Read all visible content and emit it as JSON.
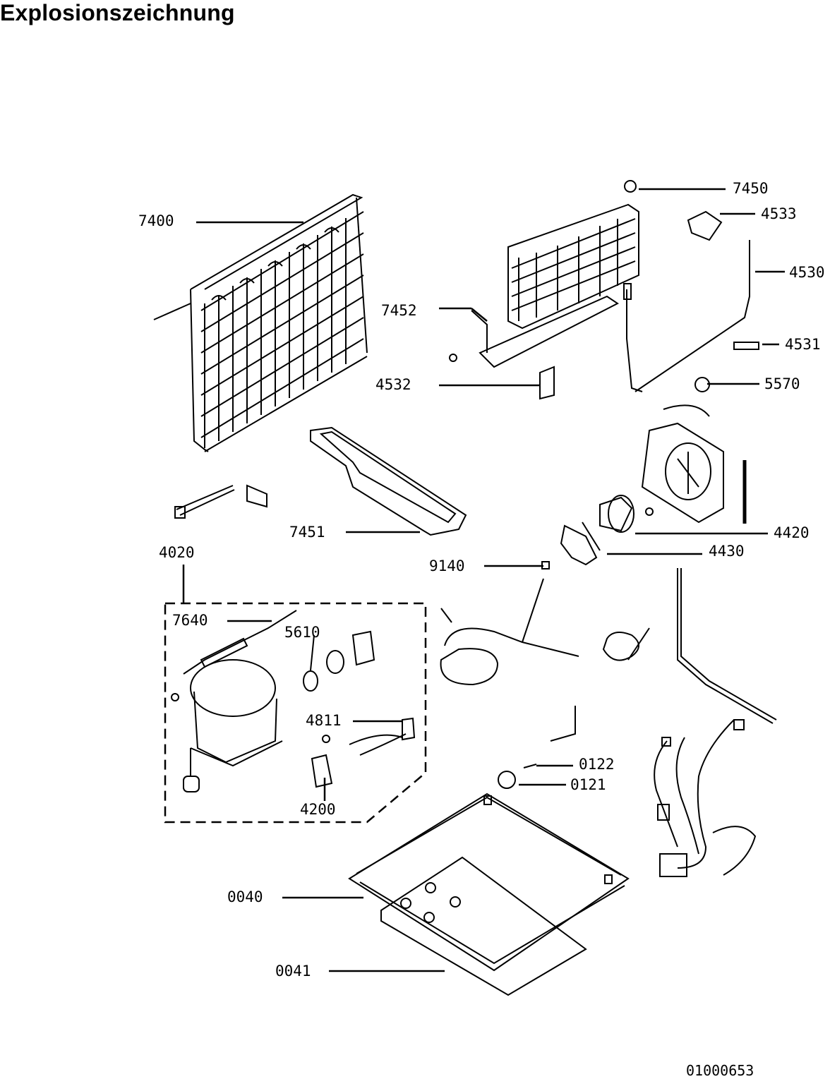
{
  "title": "Explosionszeichnung",
  "drawing_number": "01000653",
  "parts": {
    "p7400": "7400",
    "p7450": "7450",
    "p4533": "4533",
    "p4530": "4530",
    "p7452": "7452",
    "p4531": "4531",
    "p4532": "4532",
    "p5570": "5570",
    "p4420": "4420",
    "p7451": "7451",
    "p4430": "4430",
    "p4020": "4020",
    "p9140": "9140",
    "p7640": "7640",
    "p5610": "5610",
    "p4811": "4811",
    "p0122": "0122",
    "p0121": "0121",
    "p4200": "4200",
    "p0040": "0040",
    "p0041": "0041"
  }
}
